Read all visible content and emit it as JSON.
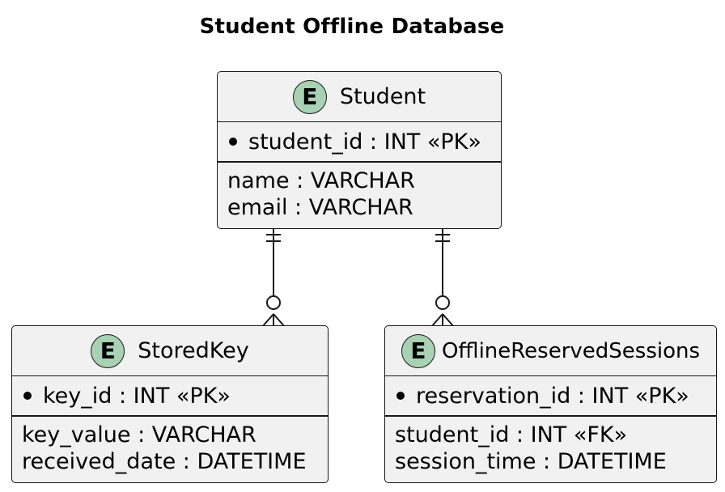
{
  "diagram": {
    "title": "Student Offline Database",
    "entities": [
      {
        "icon_letter": "E",
        "name": "Student",
        "pk": "student_id : INT «PK»",
        "attributes": [
          "name : VARCHAR",
          "email : VARCHAR"
        ]
      },
      {
        "icon_letter": "E",
        "name": "StoredKey",
        "pk": "key_id : INT «PK»",
        "attributes": [
          "key_value : VARCHAR",
          "received_date : DATETIME"
        ]
      },
      {
        "icon_letter": "E",
        "name": "OfflineReservedSessions",
        "pk": "reservation_id : INT «PK»",
        "attributes": [
          "student_id : INT «FK»",
          "session_time : DATETIME"
        ]
      }
    ],
    "relationships": [
      {
        "from": "Student",
        "to": "StoredKey",
        "from_cardinality": "exactly one",
        "to_cardinality": "zero or many"
      },
      {
        "from": "Student",
        "to": "OfflineReservedSessions",
        "from_cardinality": "exactly one",
        "to_cardinality": "zero or many"
      }
    ],
    "colors": {
      "entity_fill": "#f1f1f1",
      "entity_border": "#181818",
      "icon_fill": "#a9d1b3"
    }
  }
}
